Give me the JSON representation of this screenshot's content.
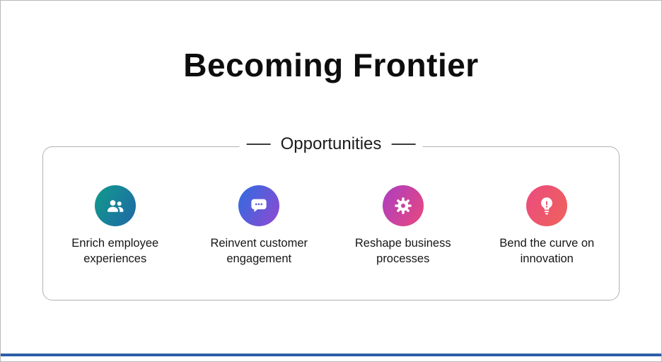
{
  "slide": {
    "title": "Becoming Frontier",
    "section_label": "Opportunities",
    "opportunities": [
      {
        "icon": "people-icon",
        "label": "Enrich employee experiences",
        "gradient_start": "#129b8c",
        "gradient_end": "#1e68a6"
      },
      {
        "icon": "chat-icon",
        "label": "Reinvent customer engagement",
        "gradient_start": "#2e6de0",
        "gradient_end": "#9148d2"
      },
      {
        "icon": "gear-icon",
        "label": "Reshape business processes",
        "gradient_start": "#ab3ec2",
        "gradient_end": "#e9487d"
      },
      {
        "icon": "lightbulb-icon",
        "label": "Bend the curve on innovation",
        "gradient_start": "#ea4b80",
        "gradient_end": "#f0625a"
      }
    ],
    "accent_bar_color": "#2e5fa7"
  }
}
